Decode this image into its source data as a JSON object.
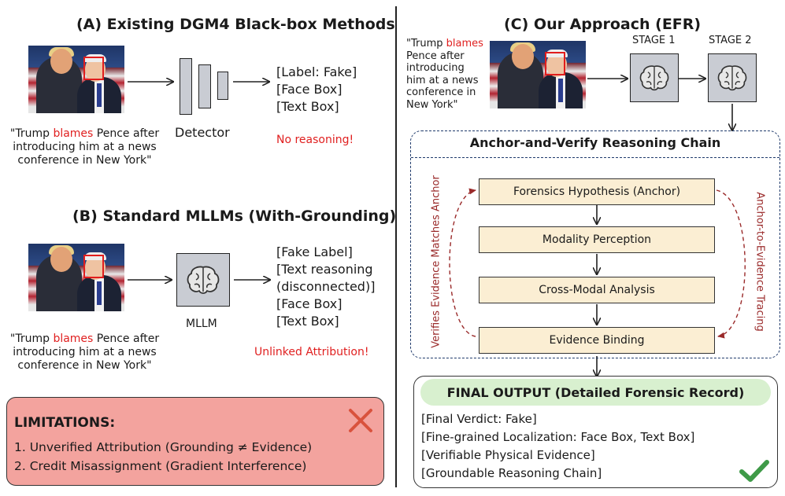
{
  "panel_a": {
    "title": "(A)  Existing DGM4 Black-box Methods",
    "caption": [
      "\"Trump ",
      "blames",
      " Pence after",
      "introducing him at a news",
      "conference in New York\""
    ],
    "detector_label": "Detector",
    "outputs": [
      "[Label: Fake]",
      "[Face Box]",
      "[Text Box]"
    ],
    "note": "No reasoning!"
  },
  "panel_b": {
    "title": "(B)  Standard MLLMs (With-Grounding)",
    "caption": [
      "\"Trump ",
      "blames",
      " Pence after",
      "introducing him at a news",
      "conference in New York\""
    ],
    "mllm_label": "MLLM",
    "outputs": [
      "[Fake Label]",
      "[Text reasoning",
      "(disconnected)]",
      "[Face Box]",
      "[Text Box]"
    ],
    "note": "Unlinked Attribution!"
  },
  "limitations": {
    "title": "LIMITATIONS:",
    "items": [
      "1. Unverified Attribution (Grounding ≠ Evidence)",
      "2. Credit Misassignment (Gradient Interference)"
    ]
  },
  "panel_c": {
    "title": "(C)  Our Approach (EFR)",
    "caption": [
      "\"Trump ",
      "blames",
      "Pence after",
      "introducing",
      "him at a news",
      "conference in",
      "New York\""
    ],
    "stage1": "STAGE 1",
    "stage2": "STAGE 2",
    "chain_title": "Anchor-and-Verify Reasoning Chain",
    "steps": [
      "Forensics Hypothesis (Anchor)",
      "Modality Perception",
      "Cross-Modal Analysis",
      "Evidence Binding"
    ],
    "left_loop_label": "Verifies Evidence Matches Anchor",
    "right_loop_label": "Anchor-to-Evidence Tracing",
    "final_title": "FINAL OUTPUT (Detailed Forensic Record)",
    "final_items": [
      "[Final Verdict: Fake]",
      "[Fine-grained Localization: Face Box, Text Box]",
      "[Verifiable Physical Evidence]",
      "[Groundable Reasoning Chain]"
    ]
  },
  "colors": {
    "accent_red": "#e02020",
    "limitations_bg": "#f3a39e",
    "step_fill": "#fbeed3",
    "chain_border": "#1f3a6b",
    "final_header": "#d8f0cf",
    "check_green": "#3f9a48",
    "loop_arrow": "#9a2a2a"
  },
  "icons": [
    "brain-icon",
    "cross-icon",
    "check-icon"
  ]
}
